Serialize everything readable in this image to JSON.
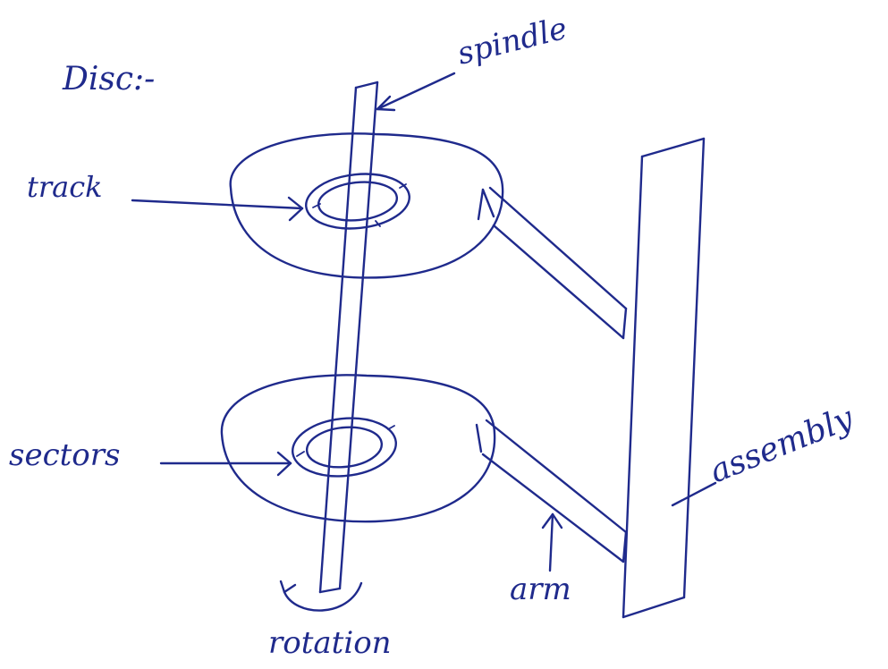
{
  "title": "Disc:-",
  "labels": {
    "spindle": "spindle",
    "track": "track",
    "sectors": "sectors",
    "assembly": "assembly",
    "arm": "arm",
    "rotation": "rotation"
  },
  "colors": {
    "ink": "#1f2a8c",
    "paper": "#ffffff"
  }
}
